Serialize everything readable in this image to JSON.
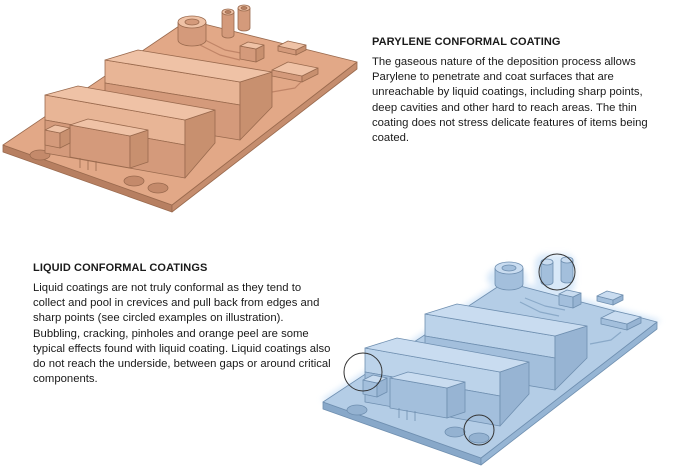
{
  "parylene": {
    "heading": "PARYLENE CONFORMAL COATING",
    "body": "The gaseous nature of the deposition process allows Parylene to penetrate and coat surfaces that are unreachable by liquid coatings, including sharp points, deep cavities and other hard to reach areas. The thin coating does not stress delicate features of items being coated."
  },
  "liquid": {
    "heading": "LIQUID CONFORMAL COATINGS",
    "body": "Liquid coatings are not truly conformal as they tend to collect and pool in crevices and pull back from edges and sharp points (see circled examples on illustration). Bubbling, cracking, pinholes and orange peel are some typical effects found with liquid coating. Liquid coatings also do not reach the underside, between gaps or around critical components."
  },
  "colors": {
    "parylene_board": "#e2a887",
    "liquid_board": "#b4cde6",
    "liquid_glow": "#cfe3f7"
  }
}
